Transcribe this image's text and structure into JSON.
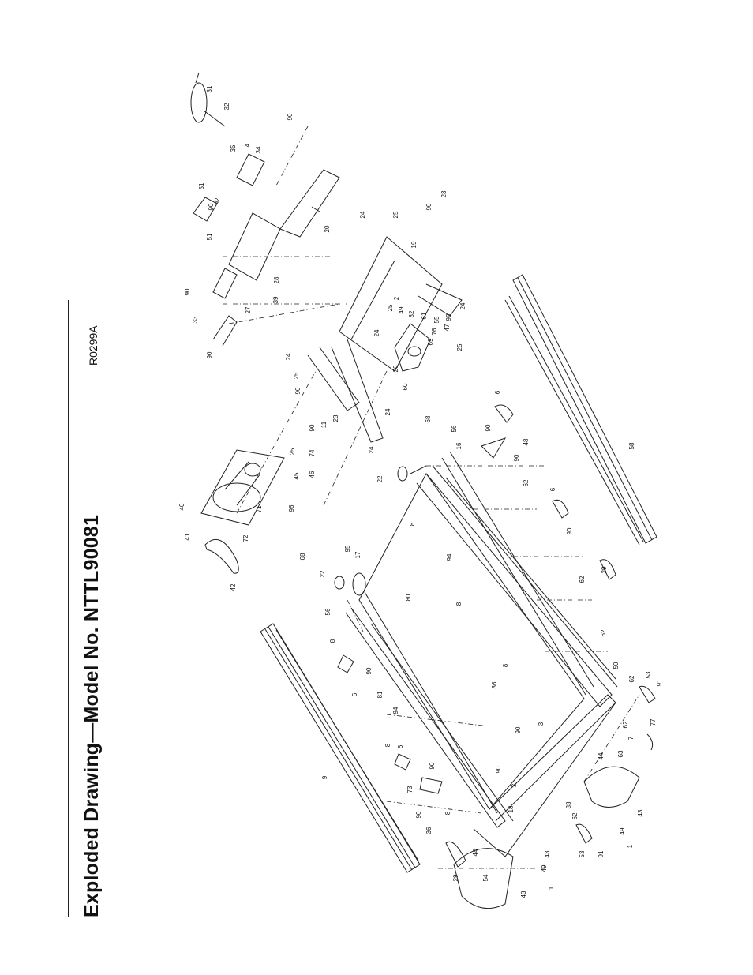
{
  "header": {
    "title": "Exploded Drawing—Model No. NTTL90081",
    "code": "R0299A"
  },
  "part_labels": [
    {
      "id": "p31",
      "t": "31"
    },
    {
      "id": "p32",
      "t": "32"
    },
    {
      "id": "p90a",
      "t": "90"
    },
    {
      "id": "p35",
      "t": "35"
    },
    {
      "id": "p4",
      "t": "4"
    },
    {
      "id": "p34",
      "t": "34"
    },
    {
      "id": "p51a",
      "t": "51"
    },
    {
      "id": "p92",
      "t": "92"
    },
    {
      "id": "p90b",
      "t": "90"
    },
    {
      "id": "p51b",
      "t": "51"
    },
    {
      "id": "p23a",
      "t": "23"
    },
    {
      "id": "p90c",
      "t": "90"
    },
    {
      "id": "p20",
      "t": "20"
    },
    {
      "id": "p24a",
      "t": "24"
    },
    {
      "id": "p25a",
      "t": "25"
    },
    {
      "id": "p19",
      "t": "19"
    },
    {
      "id": "p90d",
      "t": "90"
    },
    {
      "id": "p28",
      "t": "28"
    },
    {
      "id": "p27",
      "t": "27"
    },
    {
      "id": "p39",
      "t": "39"
    },
    {
      "id": "p33",
      "t": "33"
    },
    {
      "id": "p90e",
      "t": "90"
    },
    {
      "id": "p2",
      "t": "2"
    },
    {
      "id": "p25b",
      "t": "25"
    },
    {
      "id": "p49a",
      "t": "49"
    },
    {
      "id": "p82",
      "t": "82"
    },
    {
      "id": "p61",
      "t": "61"
    },
    {
      "id": "p55",
      "t": "55"
    },
    {
      "id": "p24b",
      "t": "24"
    },
    {
      "id": "p98",
      "t": "98"
    },
    {
      "id": "p47",
      "t": "47"
    },
    {
      "id": "p76",
      "t": "76"
    },
    {
      "id": "p69",
      "t": "69"
    },
    {
      "id": "p24c",
      "t": "24"
    },
    {
      "id": "p25c",
      "t": "25"
    },
    {
      "id": "p26",
      "t": "26"
    },
    {
      "id": "p24d",
      "t": "24"
    },
    {
      "id": "p25d",
      "t": "25"
    },
    {
      "id": "p90f",
      "t": "90"
    },
    {
      "id": "p60",
      "t": "60"
    },
    {
      "id": "p23b",
      "t": "23"
    },
    {
      "id": "p24e",
      "t": "24"
    },
    {
      "id": "p90g",
      "t": "90"
    },
    {
      "id": "p11",
      "t": "11"
    },
    {
      "id": "p24f",
      "t": "24"
    },
    {
      "id": "p25e",
      "t": "25"
    },
    {
      "id": "p74",
      "t": "74"
    },
    {
      "id": "p45",
      "t": "45"
    },
    {
      "id": "p46",
      "t": "46"
    },
    {
      "id": "p96",
      "t": "96"
    },
    {
      "id": "p71",
      "t": "71"
    },
    {
      "id": "p40",
      "t": "40"
    },
    {
      "id": "p41",
      "t": "41"
    },
    {
      "id": "p72",
      "t": "72"
    },
    {
      "id": "p42",
      "t": "42"
    },
    {
      "id": "p68a",
      "t": "68"
    },
    {
      "id": "p56a",
      "t": "56"
    },
    {
      "id": "p16",
      "t": "16"
    },
    {
      "id": "p22a",
      "t": "22"
    },
    {
      "id": "p6a",
      "t": "6"
    },
    {
      "id": "p90h",
      "t": "90"
    },
    {
      "id": "p48",
      "t": "48"
    },
    {
      "id": "p90i",
      "t": "90"
    },
    {
      "id": "p62a",
      "t": "62"
    },
    {
      "id": "p8a",
      "t": "8"
    },
    {
      "id": "p94a",
      "t": "94"
    },
    {
      "id": "p6b",
      "t": "6"
    },
    {
      "id": "p90j",
      "t": "90"
    },
    {
      "id": "p58",
      "t": "58"
    },
    {
      "id": "p68b",
      "t": "68"
    },
    {
      "id": "p22b",
      "t": "22"
    },
    {
      "id": "p95",
      "t": "95"
    },
    {
      "id": "p17",
      "t": "17"
    },
    {
      "id": "p80",
      "t": "80"
    },
    {
      "id": "p8b",
      "t": "8"
    },
    {
      "id": "p62b",
      "t": "62"
    },
    {
      "id": "p29a",
      "t": "29"
    },
    {
      "id": "p56b",
      "t": "56"
    },
    {
      "id": "p8c",
      "t": "8"
    },
    {
      "id": "p62c",
      "t": "62"
    },
    {
      "id": "p6c",
      "t": "6"
    },
    {
      "id": "p90k",
      "t": "90"
    },
    {
      "id": "p81",
      "t": "81"
    },
    {
      "id": "p8d",
      "t": "8"
    },
    {
      "id": "p36a",
      "t": "36"
    },
    {
      "id": "p50",
      "t": "50"
    },
    {
      "id": "p62d",
      "t": "62"
    },
    {
      "id": "p53a",
      "t": "53"
    },
    {
      "id": "p91a",
      "t": "91"
    },
    {
      "id": "p9",
      "t": "9"
    },
    {
      "id": "p94b",
      "t": "94"
    },
    {
      "id": "p90l",
      "t": "90"
    },
    {
      "id": "p3a",
      "t": "3"
    },
    {
      "id": "p62e",
      "t": "62"
    },
    {
      "id": "p7",
      "t": "7"
    },
    {
      "id": "p77",
      "t": "77"
    },
    {
      "id": "p8e",
      "t": "8"
    },
    {
      "id": "p6d",
      "t": "6"
    },
    {
      "id": "p90m",
      "t": "90"
    },
    {
      "id": "p44a",
      "t": "44"
    },
    {
      "id": "p63",
      "t": "63"
    },
    {
      "id": "p73",
      "t": "73"
    },
    {
      "id": "p90n",
      "t": "90"
    },
    {
      "id": "p3b",
      "t": "3"
    },
    {
      "id": "p90o",
      "t": "90"
    },
    {
      "id": "p36b",
      "t": "36"
    },
    {
      "id": "p8f",
      "t": "8"
    },
    {
      "id": "p18",
      "t": "18"
    },
    {
      "id": "p83",
      "t": "83"
    },
    {
      "id": "p62f",
      "t": "62"
    },
    {
      "id": "p43a",
      "t": "43"
    },
    {
      "id": "p44b",
      "t": "44"
    },
    {
      "id": "p49b",
      "t": "49"
    },
    {
      "id": "p1a",
      "t": "1"
    },
    {
      "id": "p29b",
      "t": "29"
    },
    {
      "id": "p54",
      "t": "54"
    },
    {
      "id": "p43b",
      "t": "43"
    },
    {
      "id": "p49c",
      "t": "49"
    },
    {
      "id": "p43c",
      "t": "43"
    },
    {
      "id": "p1b",
      "t": "1"
    },
    {
      "id": "p53b",
      "t": "53"
    },
    {
      "id": "p91b",
      "t": "91"
    }
  ]
}
